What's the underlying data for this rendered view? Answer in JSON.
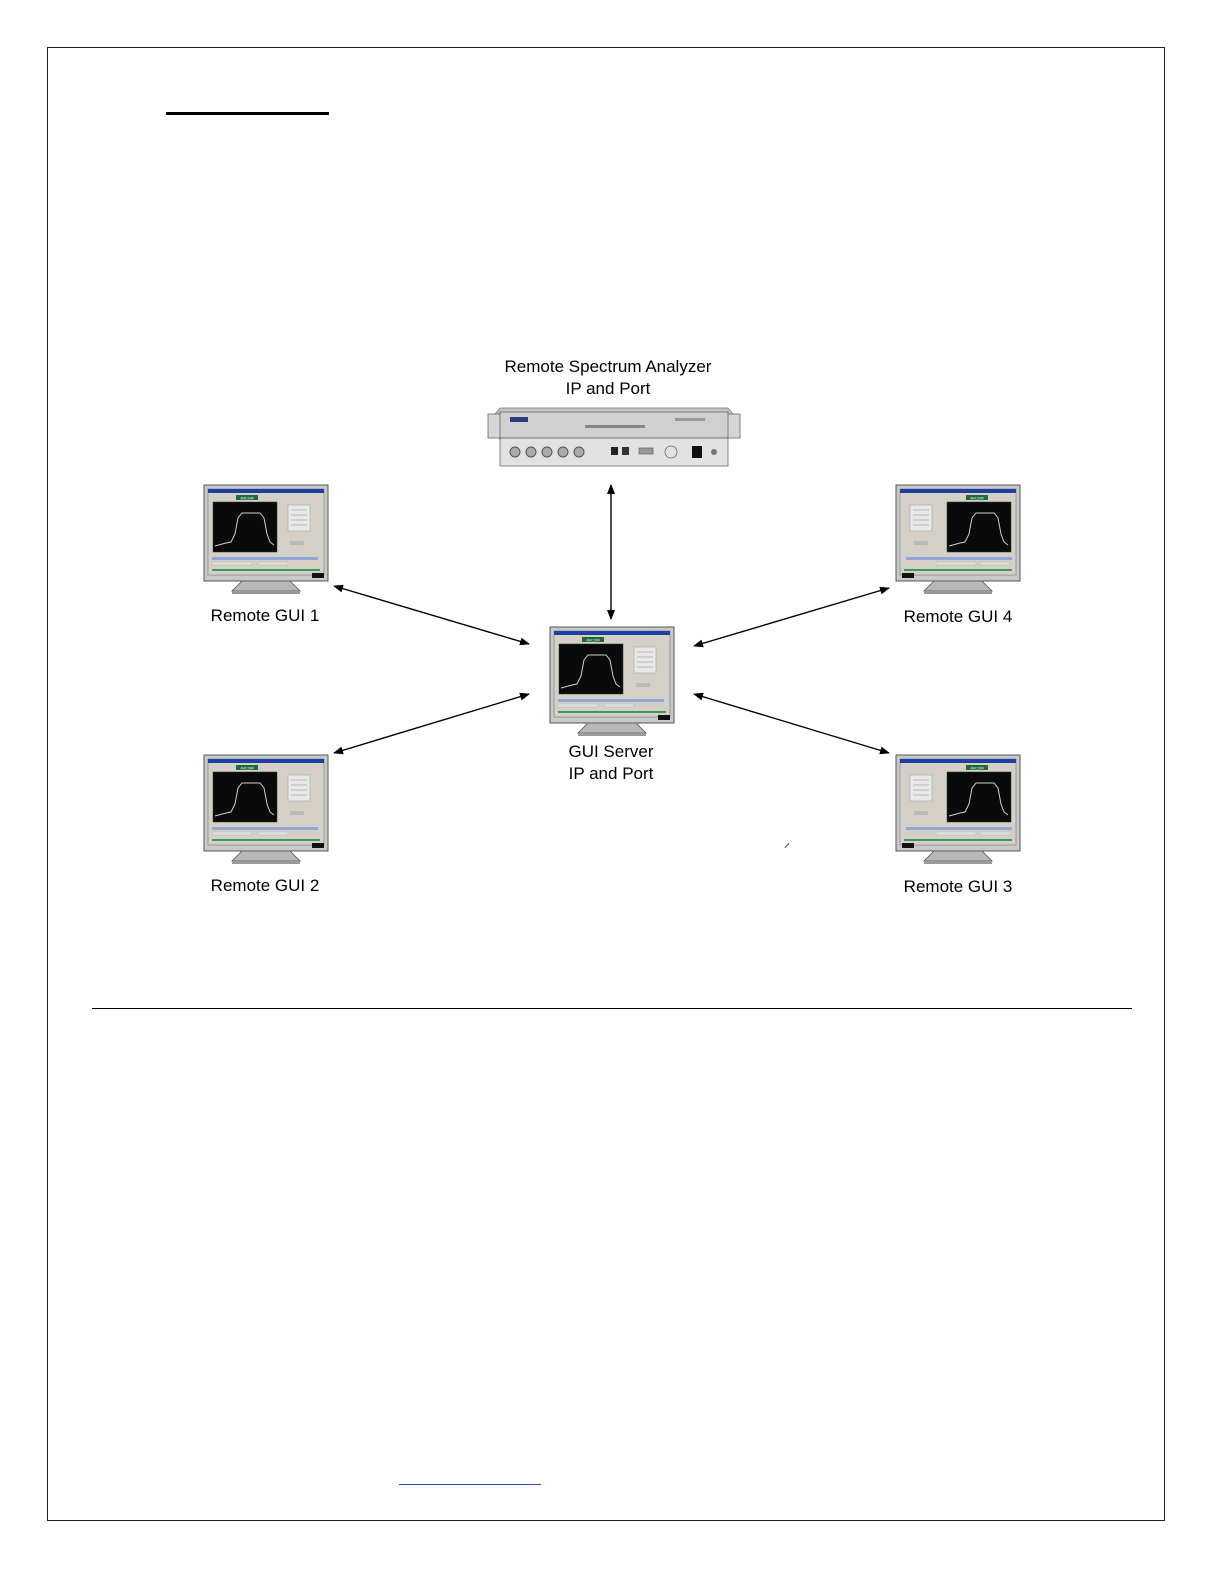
{
  "diagram": {
    "analyzer_label_line1": "Remote Spectrum Analyzer",
    "analyzer_label_line2": "IP and Port",
    "server_label_line1": "GUI Server",
    "server_label_line2": "IP and Port",
    "gui1_label": "Remote GUI 1",
    "gui2_label": "Remote GUI 2",
    "gui3_label": "Remote GUI 3",
    "gui4_label": "Remote GUI 4",
    "screen_logo": "AVCOM"
  },
  "colors": {
    "link": "#2b4bd1",
    "monitor_bezel": "#c8c8c8",
    "screen_bg": "#0a0a0a",
    "trace": "#d0d0d0",
    "app_panel": "#d4d0c8"
  },
  "icons": [
    "monitor-icon",
    "spectrum-analyzer-icon",
    "bidirectional-arrow"
  ]
}
